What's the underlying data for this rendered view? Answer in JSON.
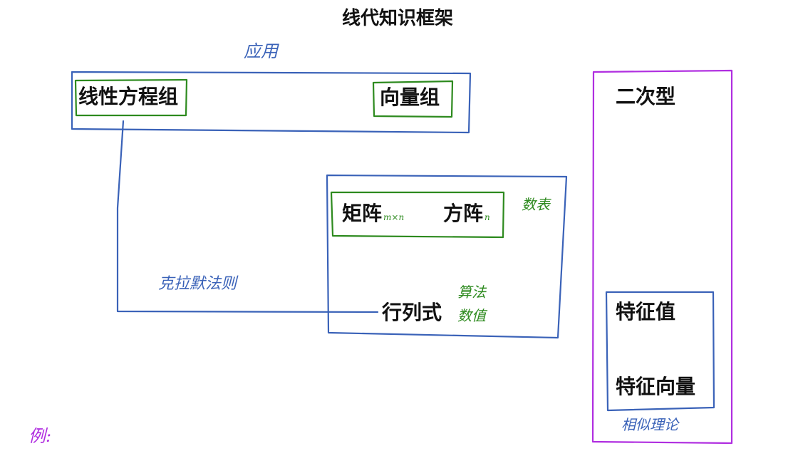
{
  "title": "线代知识框架",
  "colors": {
    "blue": "#3a62b8",
    "green": "#2d8a1e",
    "purple": "#b02ee0",
    "text": "#111111"
  },
  "top_box": {
    "annotation": "应用",
    "left_item": "线性方程组",
    "right_item": "向量组"
  },
  "middle_box": {
    "annotation": "数表",
    "matrix": "矩阵",
    "matrix_sub": "m×n",
    "square": "方阵",
    "square_sub": "n",
    "determinant": "行列式",
    "det_note_1": "算法",
    "det_note_2": "数值"
  },
  "connector_note": "克拉默法则",
  "right_box": {
    "label": "二次型",
    "eigenvalue": "特征值",
    "eigenvector": "特征向量",
    "annotation": "相似理论"
  },
  "example": "例:"
}
